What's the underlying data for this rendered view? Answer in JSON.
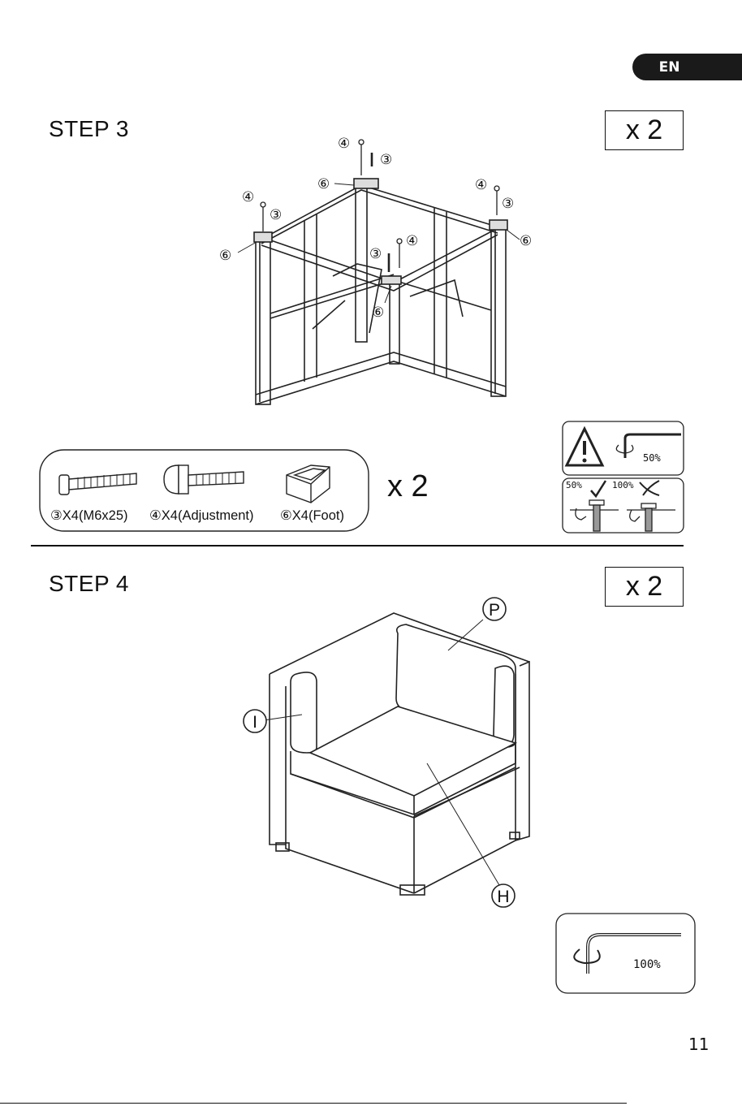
{
  "language_tab": "EN",
  "step3": {
    "title": "STEP 3",
    "quantity": "x 2",
    "callouts": {
      "screw": "③",
      "adjuster": "④",
      "foot": "⑥"
    },
    "parts": [
      {
        "icon": "bolt-icon",
        "label": "③X4(M6x25)"
      },
      {
        "icon": "adjustment-bolt-icon",
        "label": "④X4(Adjustment)"
      },
      {
        "icon": "foot-icon",
        "label": "⑥X4(Foot)"
      }
    ],
    "parts_quantity": "x 2",
    "warning": {
      "tighten_level": "50%",
      "correct_label": "50%",
      "incorrect_label": "100%",
      "icons": [
        "warning-triangle-icon",
        "allen-key-icon",
        "check-icon",
        "cross-icon"
      ]
    }
  },
  "step4": {
    "title": "STEP 4",
    "quantity": "x 2",
    "callouts": {
      "back": "P",
      "side": "I",
      "seat": "H"
    },
    "tighten_level": "100%"
  },
  "page_number": "11"
}
